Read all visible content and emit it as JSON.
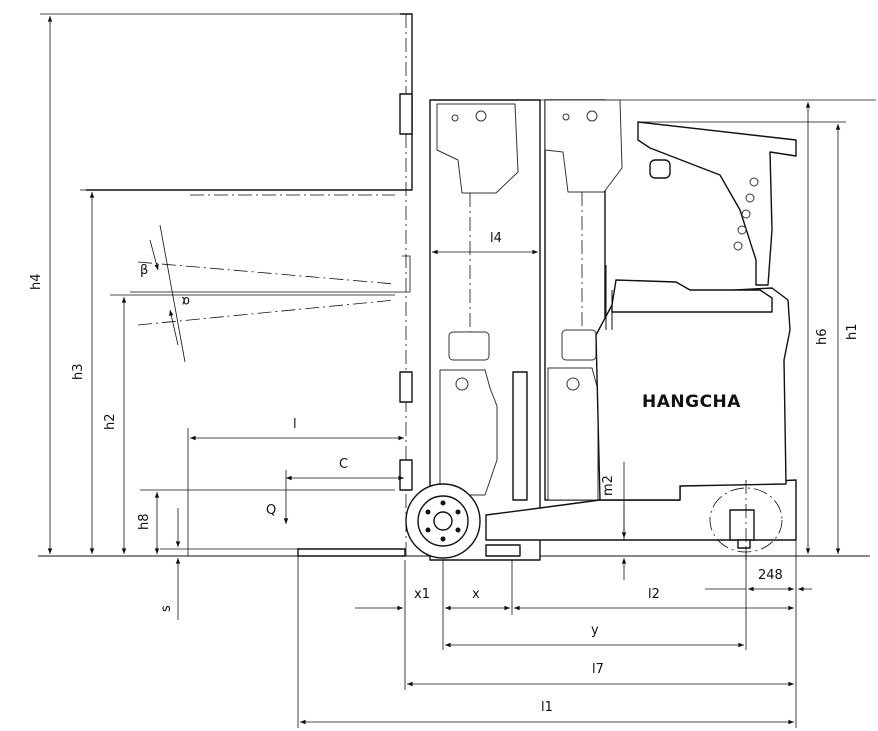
{
  "brand": "HANGCHA",
  "dimension_labels": {
    "h4": "h4",
    "h3": "h3",
    "h2": "h2",
    "h8": "h8",
    "s": "s",
    "h6": "h6",
    "h1": "h1",
    "m2": "m2",
    "l": "l",
    "c": "C",
    "q": "Q",
    "l4": "l4",
    "x1": "x1",
    "x": "x",
    "l2": "l2",
    "y": "y",
    "l7": "l7",
    "l1": "l1",
    "d248": "248",
    "beta": "β",
    "alpha": "α"
  }
}
